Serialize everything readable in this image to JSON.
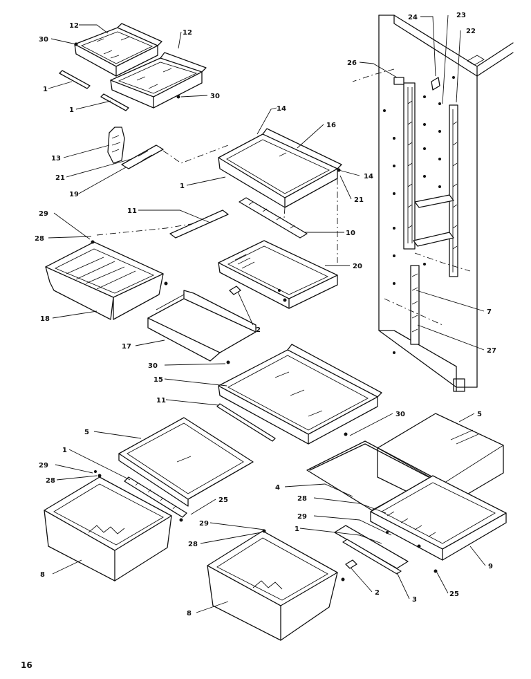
{
  "diagram": {
    "page_number": "16",
    "callouts": {
      "c30a": "30",
      "c12a": "12",
      "c12b": "12",
      "c1a": "1",
      "c1b": "1",
      "c30b": "30",
      "c24": "24",
      "c23": "23",
      "c22": "22",
      "c26": "26",
      "c14a": "14",
      "c16": "16",
      "c13": "13",
      "c21a": "21",
      "c1c": "1",
      "c19": "19",
      "c14b": "14",
      "c21b": "21",
      "c29a": "29",
      "c28a": "28",
      "c11a": "11",
      "c10": "10",
      "c20": "20",
      "c18": "18",
      "c2a": "2",
      "c7": "7",
      "c17": "17",
      "c27": "27",
      "c30c": "30",
      "c15": "15",
      "c11b": "11",
      "c30d": "30",
      "c5a": "5",
      "c5b": "5",
      "c1d": "1",
      "c29b": "29",
      "c28b": "28",
      "c25a": "25",
      "c4": "4",
      "c28c": "28",
      "c29c": "29",
      "c1e": "1",
      "c29d": "29",
      "c28d": "28",
      "c8a": "8",
      "c8b": "8",
      "c2b": "2",
      "c3": "3",
      "c25b": "25",
      "c9": "9"
    }
  }
}
